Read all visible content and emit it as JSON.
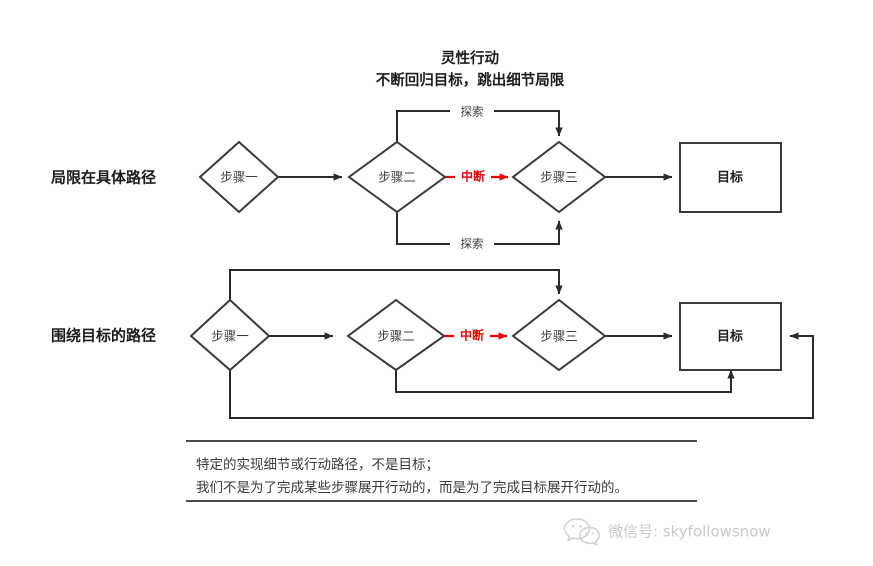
{
  "title": {
    "line1": "灵性行动",
    "line2": "不断回归目标，跳出细节局限"
  },
  "rows": [
    {
      "label": "局限在具体路径",
      "nodes": {
        "step1": "步骤一",
        "step2": "步骤二",
        "step3": "步骤三",
        "goal": "目标"
      },
      "edges": {
        "interrupt": "中断",
        "explore_top": "探索",
        "explore_bottom": "探索"
      }
    },
    {
      "label": "围绕目标的路径",
      "nodes": {
        "step1": "步骤一",
        "step2": "步骤二",
        "step3": "步骤三",
        "goal": "目标"
      },
      "edges": {
        "interrupt": "中断"
      }
    }
  ],
  "footer": {
    "line1": "特定的实现细节或行动路径，不是目标；",
    "line2": "我们不是为了完成某些步骤展开行动的，而是为了完成目标展开行动的。"
  },
  "watermark": {
    "icon": "wechat-icon",
    "text": "微信号: skyfollowsnow"
  },
  "colors": {
    "shape_stroke": "#3a3a3a",
    "connector": "#2b2b2b",
    "interrupt_red": "#ef0000",
    "text_dark": "#1c1c1c",
    "text_body": "#3a3a3a",
    "watermark": "#c9c9c9",
    "background": "#ffffff"
  }
}
